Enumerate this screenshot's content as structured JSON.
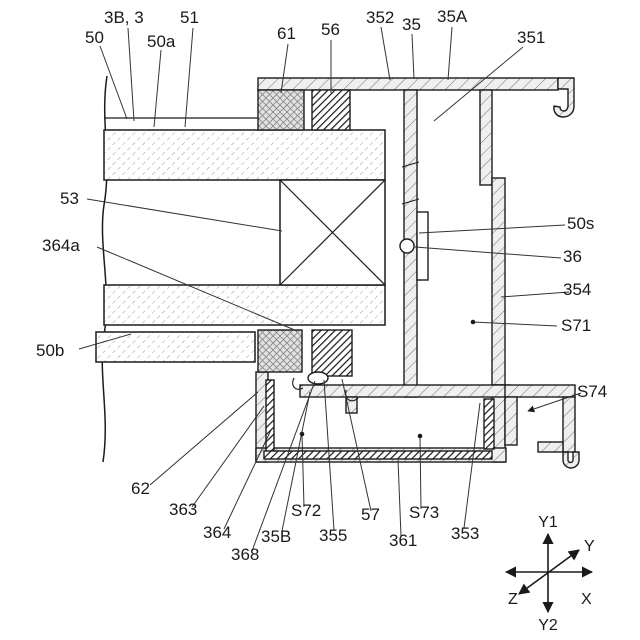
{
  "labels": {
    "l3b3": "3B, 3",
    "l50": "50",
    "l50a": "50a",
    "l51": "51",
    "l61": "61",
    "l56": "56",
    "l352": "352",
    "l35": "35",
    "l35A": "35A",
    "l351": "351",
    "l53": "53",
    "l364a": "364a",
    "l50b": "50b",
    "l50s": "50s",
    "l36": "36",
    "l354": "354",
    "lS71": "S71",
    "lS74": "S74",
    "l62": "62",
    "l363": "363",
    "l364": "364",
    "l368": "368",
    "l35B": "35B",
    "lS72": "S72",
    "l355": "355",
    "l57": "57",
    "l361": "361",
    "lS73": "S73",
    "l353": "353"
  },
  "axis": {
    "up": "Y1",
    "down": "Y2",
    "right": "X",
    "upper_right": "Y",
    "lower_left": "Z"
  },
  "colors": {
    "line": "#1c1c1c",
    "background": "#ffffff"
  }
}
